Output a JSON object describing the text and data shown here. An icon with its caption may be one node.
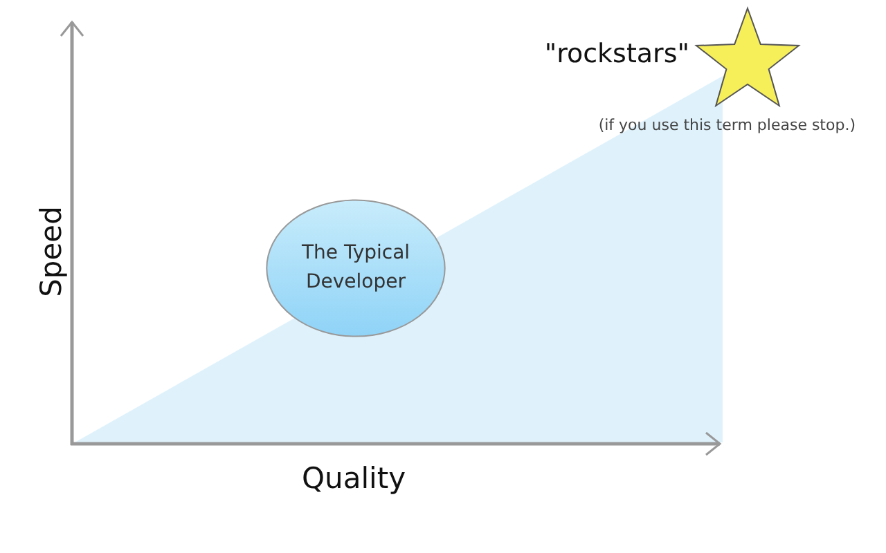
{
  "diagram": {
    "nodes": [
      {
        "text": [
          "The Typical Developer"
        ]
      }
    ],
    "edges": [],
    "labels": [
      "\"rockstars\"",
      "(if you use this term please stop.)",
      "Speed",
      "Quality"
    ]
  }
}
